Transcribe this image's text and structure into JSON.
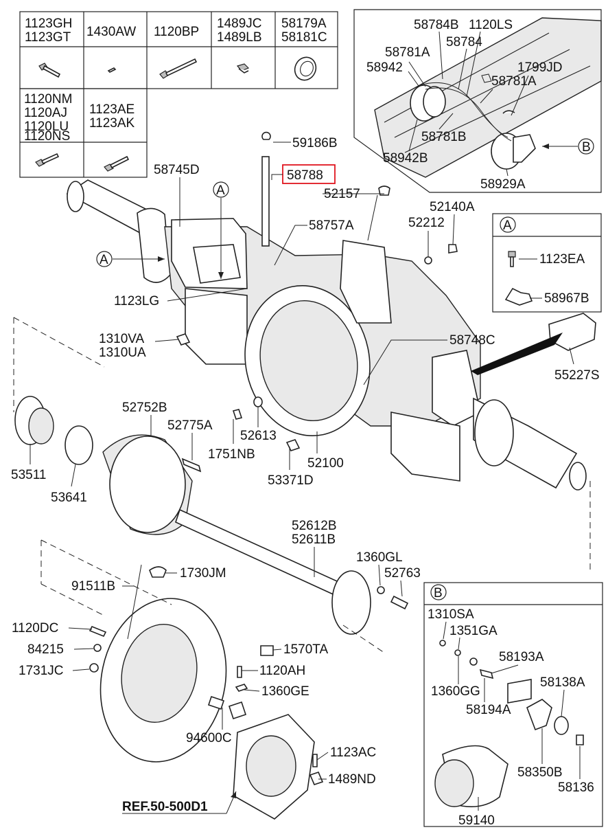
{
  "fastener_table": {
    "row1": [
      {
        "codes": [
          "1123GH",
          "1123GT"
        ]
      },
      {
        "codes": [
          "1430AW"
        ]
      },
      {
        "codes": [
          "1120BP"
        ]
      },
      {
        "codes": [
          "1489JC",
          "1489LB"
        ]
      },
      {
        "codes": [
          "58179A",
          "58181C"
        ]
      }
    ],
    "row2": [
      {
        "codes": [
          "1120NM",
          "1120AJ",
          "1120LU",
          "1120NS"
        ]
      },
      {
        "codes": [
          "1123AE",
          "1123AK"
        ]
      }
    ]
  },
  "detail_top": {
    "labels": [
      "58784B",
      "1120LS",
      "58781A",
      "58784",
      "58942",
      "1799JD",
      "58781A",
      "58781B",
      "58942B",
      "58929A"
    ],
    "ref_marker": "B"
  },
  "detail_a": {
    "title": "A",
    "labels": [
      "1123EA",
      "58967B"
    ]
  },
  "detail_b": {
    "title": "B",
    "labels": [
      "1310SA",
      "1351GA",
      "58193A",
      "1360GG",
      "58138A",
      "58194A",
      "58350B",
      "58136",
      "59140"
    ]
  },
  "main_labels": {
    "p59186B": "59186B",
    "p58788": "58788",
    "p52157": "52157",
    "p58745D": "58745D",
    "p52140A": "52140A",
    "p52212": "52212",
    "p58757A": "58757A",
    "p1123LG": "1123LG",
    "p1310VA": "1310VA",
    "p1310UA": "1310UA",
    "p58748C": "58748C",
    "p55227S": "55227S",
    "p52752B": "52752B",
    "p52775A": "52775A",
    "p52613": "52613",
    "p1751NB": "1751NB",
    "p53511": "53511",
    "p53641": "53641",
    "p52100": "52100",
    "p53371D": "53371D",
    "p52612B": "52612B",
    "p52611B": "52611B",
    "p1360GL": "1360GL",
    "p52763": "52763",
    "p91511B": "91511B",
    "p1730JM": "1730JM",
    "p1120DC": "1120DC",
    "p84215": "84215",
    "p1731JC": "1731JC",
    "p1570TA": "1570TA",
    "p1120AH": "1120AH",
    "p1360GE": "1360GE",
    "p94600C": "94600C",
    "p1123AC": "1123AC",
    "p1489ND": "1489ND",
    "ref": "REF.50-500D1"
  },
  "callouts": {
    "a1": "A",
    "a2": "A"
  },
  "highlight": {
    "part": "58788",
    "color": "#e0141e"
  }
}
